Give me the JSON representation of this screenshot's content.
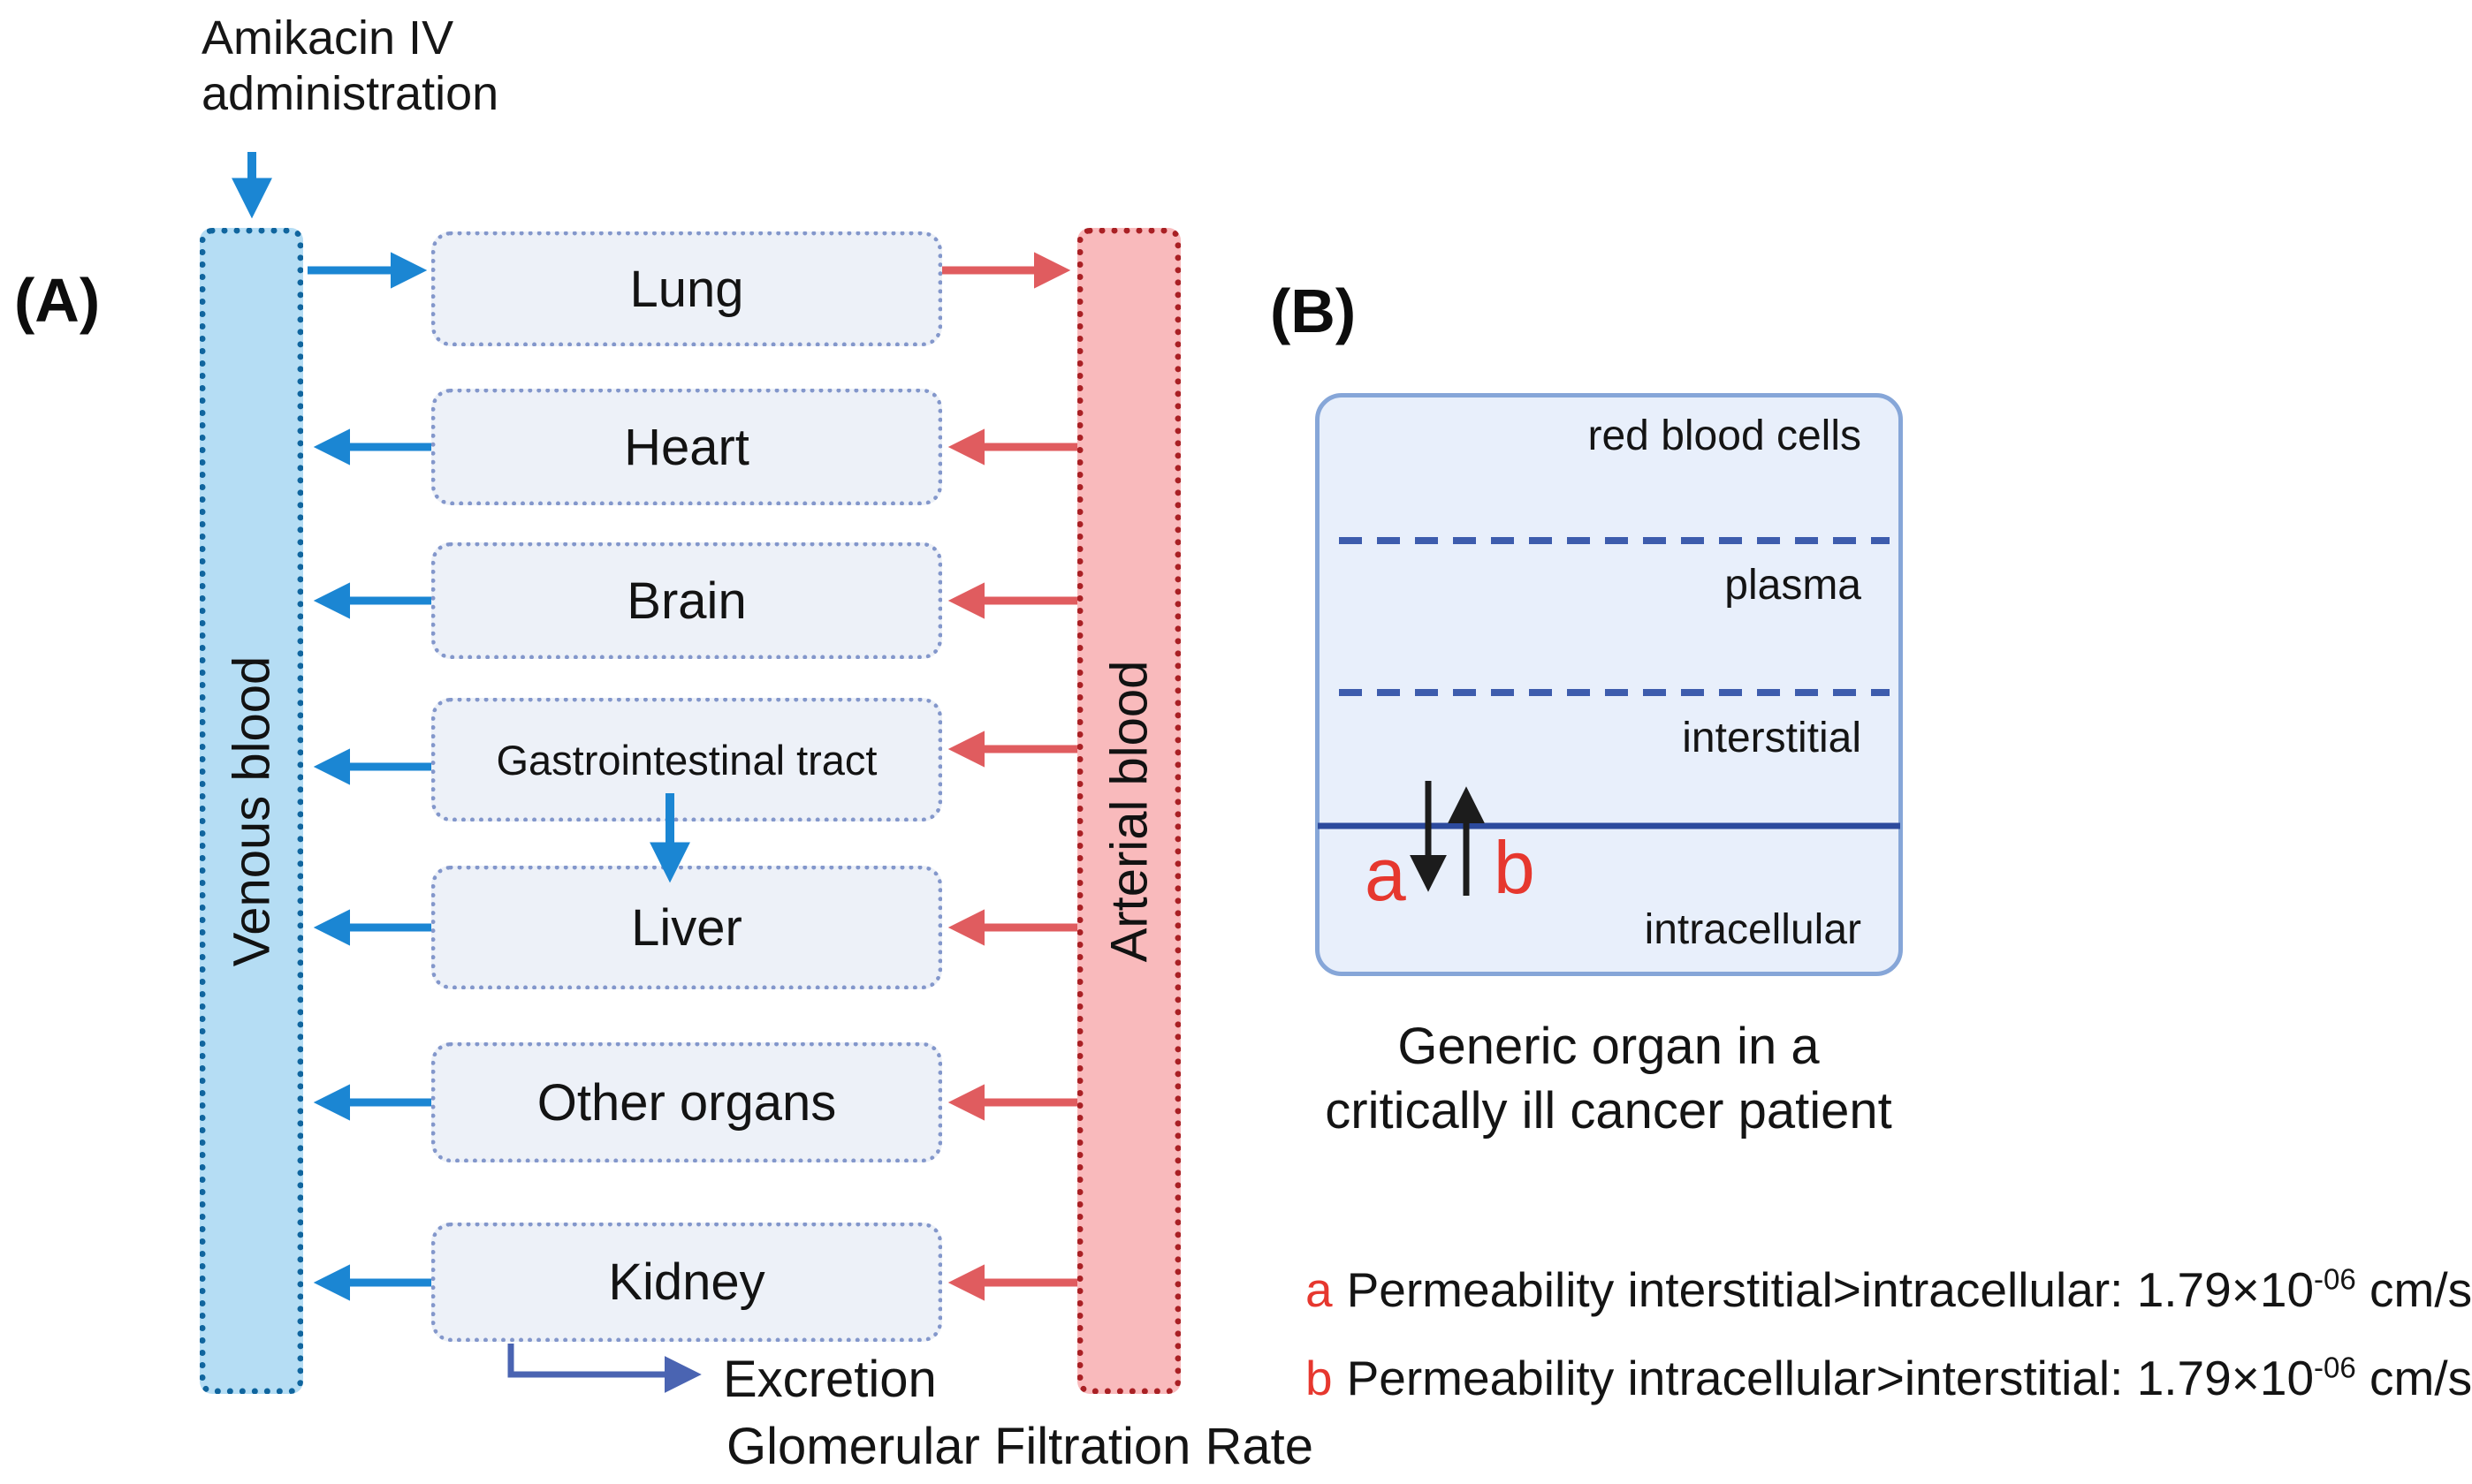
{
  "panel_a": {
    "label": "(A)",
    "iv_line1": "Amikacin IV",
    "iv_line2": "administration",
    "venous_label": "Venous blood",
    "arterial_label": "Arterial blood",
    "organs": [
      "Lung",
      "Heart",
      "Brain",
      "Gastrointestinal tract",
      "Liver",
      "Other organs",
      "Kidney"
    ],
    "excretion_label": "Excretion",
    "gfr_label": "Glomerular Filtration Rate"
  },
  "panel_b": {
    "label": "(B)",
    "compartments": {
      "rbc": "red blood cells",
      "plasma": "plasma",
      "interstitial": "interstitial",
      "intracellular": "intracellular"
    },
    "flux_a": "a",
    "flux_b": "b",
    "caption_line1": "Generic organ in a",
    "caption_line2": "critically ill cancer patient",
    "notes": [
      {
        "key": "a",
        "body": "Permeability interstitial>intracellular: 1.79×10",
        "exp": "-06",
        "unit": " cm/s"
      },
      {
        "key": "b",
        "body": "Permeability intracellular>interstitial: 1.79×10",
        "exp": "-06",
        "unit": " cm/s"
      }
    ]
  },
  "colors": {
    "blue_arrow": "#1b86d3",
    "red_arrow": "#e05c5f",
    "venous_fill": "#b5ddf4",
    "venous_border": "#10659e",
    "arterial_fill": "#f9babc",
    "arterial_border": "#a92024",
    "organ_fill": "#edf1f8",
    "organ_border": "#8397cb",
    "b_box_fill": "#e8effb",
    "b_box_border": "#86a6d8",
    "dashed_line": "#3d5cad",
    "solid_line": "#2c4a9d",
    "elbow_arrow": "#4a64b2",
    "flux_letter": "#e6372e",
    "black_arrow": "#1c1c1c"
  }
}
